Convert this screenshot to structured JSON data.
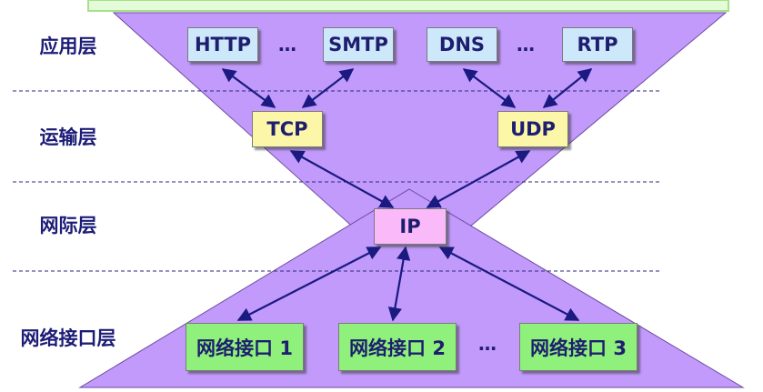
{
  "layers": [
    "应用层",
    "运输层",
    "网际层",
    "网络接口层"
  ],
  "application": [
    "HTTP",
    "SMTP",
    "DNS",
    "RTP"
  ],
  "transport": [
    "TCP",
    "UDP"
  ],
  "internet": "IP",
  "network_interfaces": [
    "网络接口 1",
    "网络接口 2",
    "网络接口 3"
  ],
  "ellipsis": "…",
  "colors": {
    "funnel": "#c29afc",
    "application": "#cde7fb",
    "transport": "#fbf6a8",
    "internet": "#fabafa",
    "network": "#8ff07c",
    "top_band": "#e3fbd9"
  }
}
